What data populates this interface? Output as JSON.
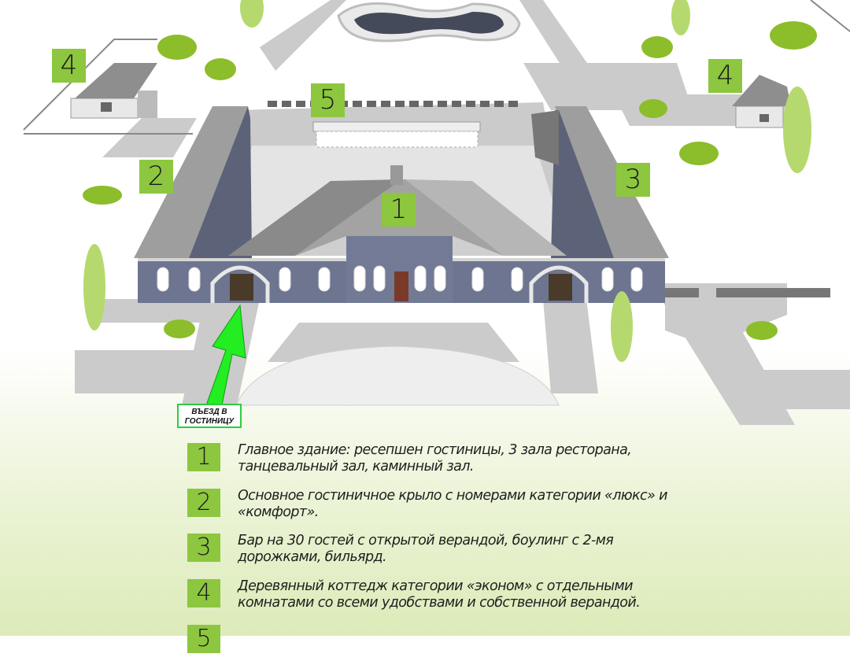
{
  "map": {
    "markers": [
      {
        "id": "1",
        "label": "1"
      },
      {
        "id": "2",
        "label": "2"
      },
      {
        "id": "3",
        "label": "3"
      },
      {
        "id": "4a",
        "label": "4"
      },
      {
        "id": "4b",
        "label": "4"
      },
      {
        "id": "5",
        "label": "5"
      }
    ],
    "entry_label": "ВЪЕЗД В ГОСТИНИЦУ",
    "accent_color": "#8dc63f",
    "arrow_color": "#22ee22"
  },
  "legend": [
    {
      "number": "1",
      "text": "Главное здание: ресепшен гостиницы, 3 зала ресторана, танцевальный зал, каминный зал."
    },
    {
      "number": "2",
      "text": "Основное гостиничное крыло с номерами категории «люкс» и «комфорт»."
    },
    {
      "number": "3",
      "text": "Бар на 30 гостей с открытой верандой, боулинг с 2-мя дорожками, бильярд."
    },
    {
      "number": "4",
      "text": "Деревянный коттедж категории «эконом» с отдельными комнатами со всеми удобствами и собственной верандой."
    },
    {
      "number": "5",
      "text": ""
    }
  ]
}
